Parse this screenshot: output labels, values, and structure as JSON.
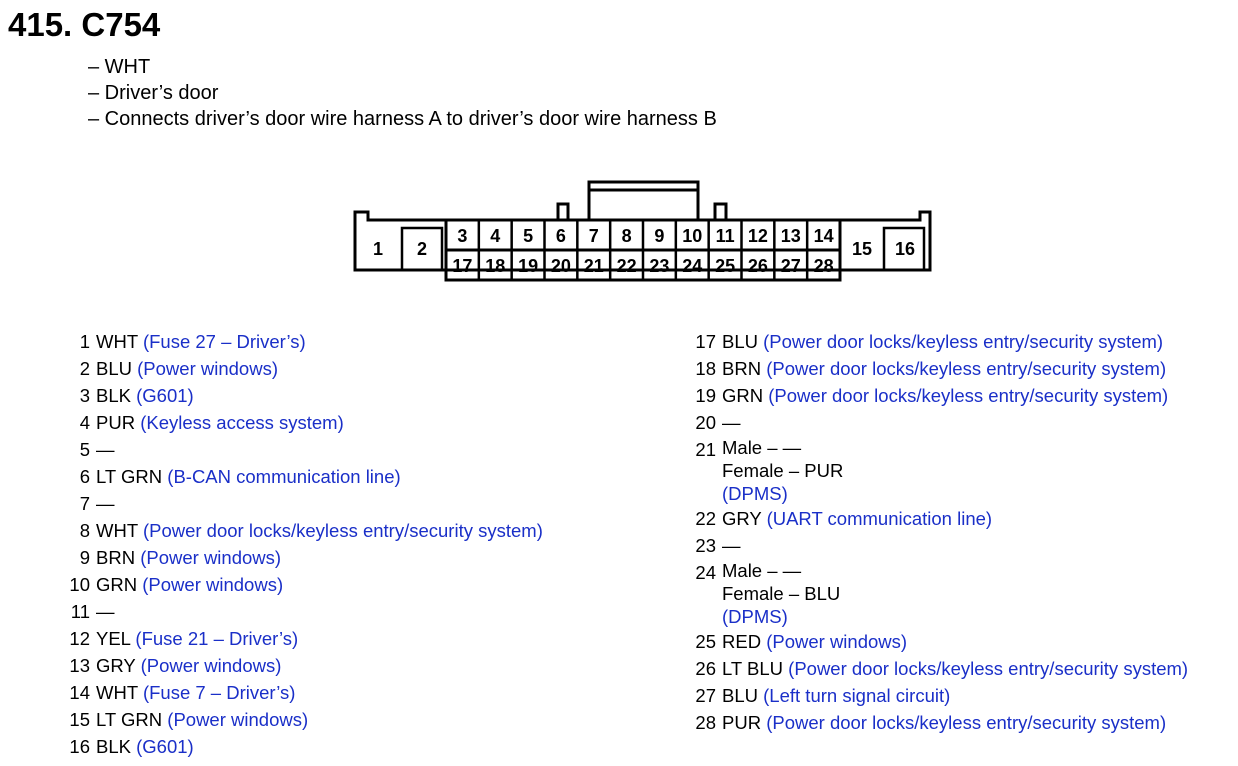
{
  "title": "415. C754",
  "description": [
    "– WHT",
    "– Driver’s door",
    "– Connects driver’s door wire harness A to driver’s door wire harness B"
  ],
  "colors": {
    "link": "#1a2fc8",
    "text": "#000000"
  },
  "connector": {
    "outer_pins": [
      "1",
      "2",
      "15",
      "16"
    ],
    "top_row": [
      "3",
      "4",
      "5",
      "6",
      "7",
      "8",
      "9",
      "10",
      "11",
      "12",
      "13",
      "14"
    ],
    "bottom_row": [
      "17",
      "18",
      "19",
      "20",
      "21",
      "22",
      "23",
      "24",
      "25",
      "26",
      "27",
      "28"
    ]
  },
  "pins_left": [
    {
      "num": "1",
      "wire": "WHT",
      "desc": "(Fuse 27 – Driver’s)"
    },
    {
      "num": "2",
      "wire": "BLU",
      "desc": "(Power windows)"
    },
    {
      "num": "3",
      "wire": "BLK",
      "desc": "(G601)"
    },
    {
      "num": "4",
      "wire": "PUR",
      "desc": "(Keyless access system)"
    },
    {
      "num": "5",
      "wire": "—",
      "desc": ""
    },
    {
      "num": "6",
      "wire": "LT GRN",
      "desc": "(B-CAN communication line)"
    },
    {
      "num": "7",
      "wire": "—",
      "desc": ""
    },
    {
      "num": "8",
      "wire": "WHT",
      "desc": "(Power door locks/keyless entry/security system)"
    },
    {
      "num": "9",
      "wire": "BRN",
      "desc": "(Power windows)"
    },
    {
      "num": "10",
      "wire": "GRN",
      "desc": "(Power windows)"
    },
    {
      "num": "11",
      "wire": "—",
      "desc": ""
    },
    {
      "num": "12",
      "wire": "YEL",
      "desc": "(Fuse 21 – Driver’s)"
    },
    {
      "num": "13",
      "wire": "GRY",
      "desc": "(Power windows)"
    },
    {
      "num": "14",
      "wire": "WHT",
      "desc": "(Fuse 7 – Driver’s)"
    },
    {
      "num": "15",
      "wire": "LT GRN",
      "desc": "(Power windows)"
    },
    {
      "num": "16",
      "wire": "BLK",
      "desc": "(G601)"
    }
  ],
  "pins_right": [
    {
      "num": "17",
      "wire": "BLU",
      "desc": "(Power door locks/keyless entry/security system)"
    },
    {
      "num": "18",
      "wire": "BRN",
      "desc": "(Power door locks/keyless entry/security system)"
    },
    {
      "num": "19",
      "wire": "GRN",
      "desc": "(Power door locks/keyless entry/security system)"
    },
    {
      "num": "20",
      "wire": "—",
      "desc": ""
    },
    {
      "num": "21",
      "male": "Male – —",
      "female": "Female – PUR",
      "desc": "(DPMS)"
    },
    {
      "num": "22",
      "wire": "GRY",
      "desc": "(UART communication line)"
    },
    {
      "num": "23",
      "wire": "—",
      "desc": ""
    },
    {
      "num": "24",
      "male": "Male – —",
      "female": "Female – BLU",
      "desc": "(DPMS)"
    },
    {
      "num": "25",
      "wire": "RED",
      "desc": "(Power windows)"
    },
    {
      "num": "26",
      "wire": "LT BLU",
      "desc": "(Power door locks/keyless entry/security system)"
    },
    {
      "num": "27",
      "wire": "BLU",
      "desc": "(Left turn signal circuit)"
    },
    {
      "num": "28",
      "wire": "PUR",
      "desc": "(Power door locks/keyless entry/security system)"
    }
  ]
}
